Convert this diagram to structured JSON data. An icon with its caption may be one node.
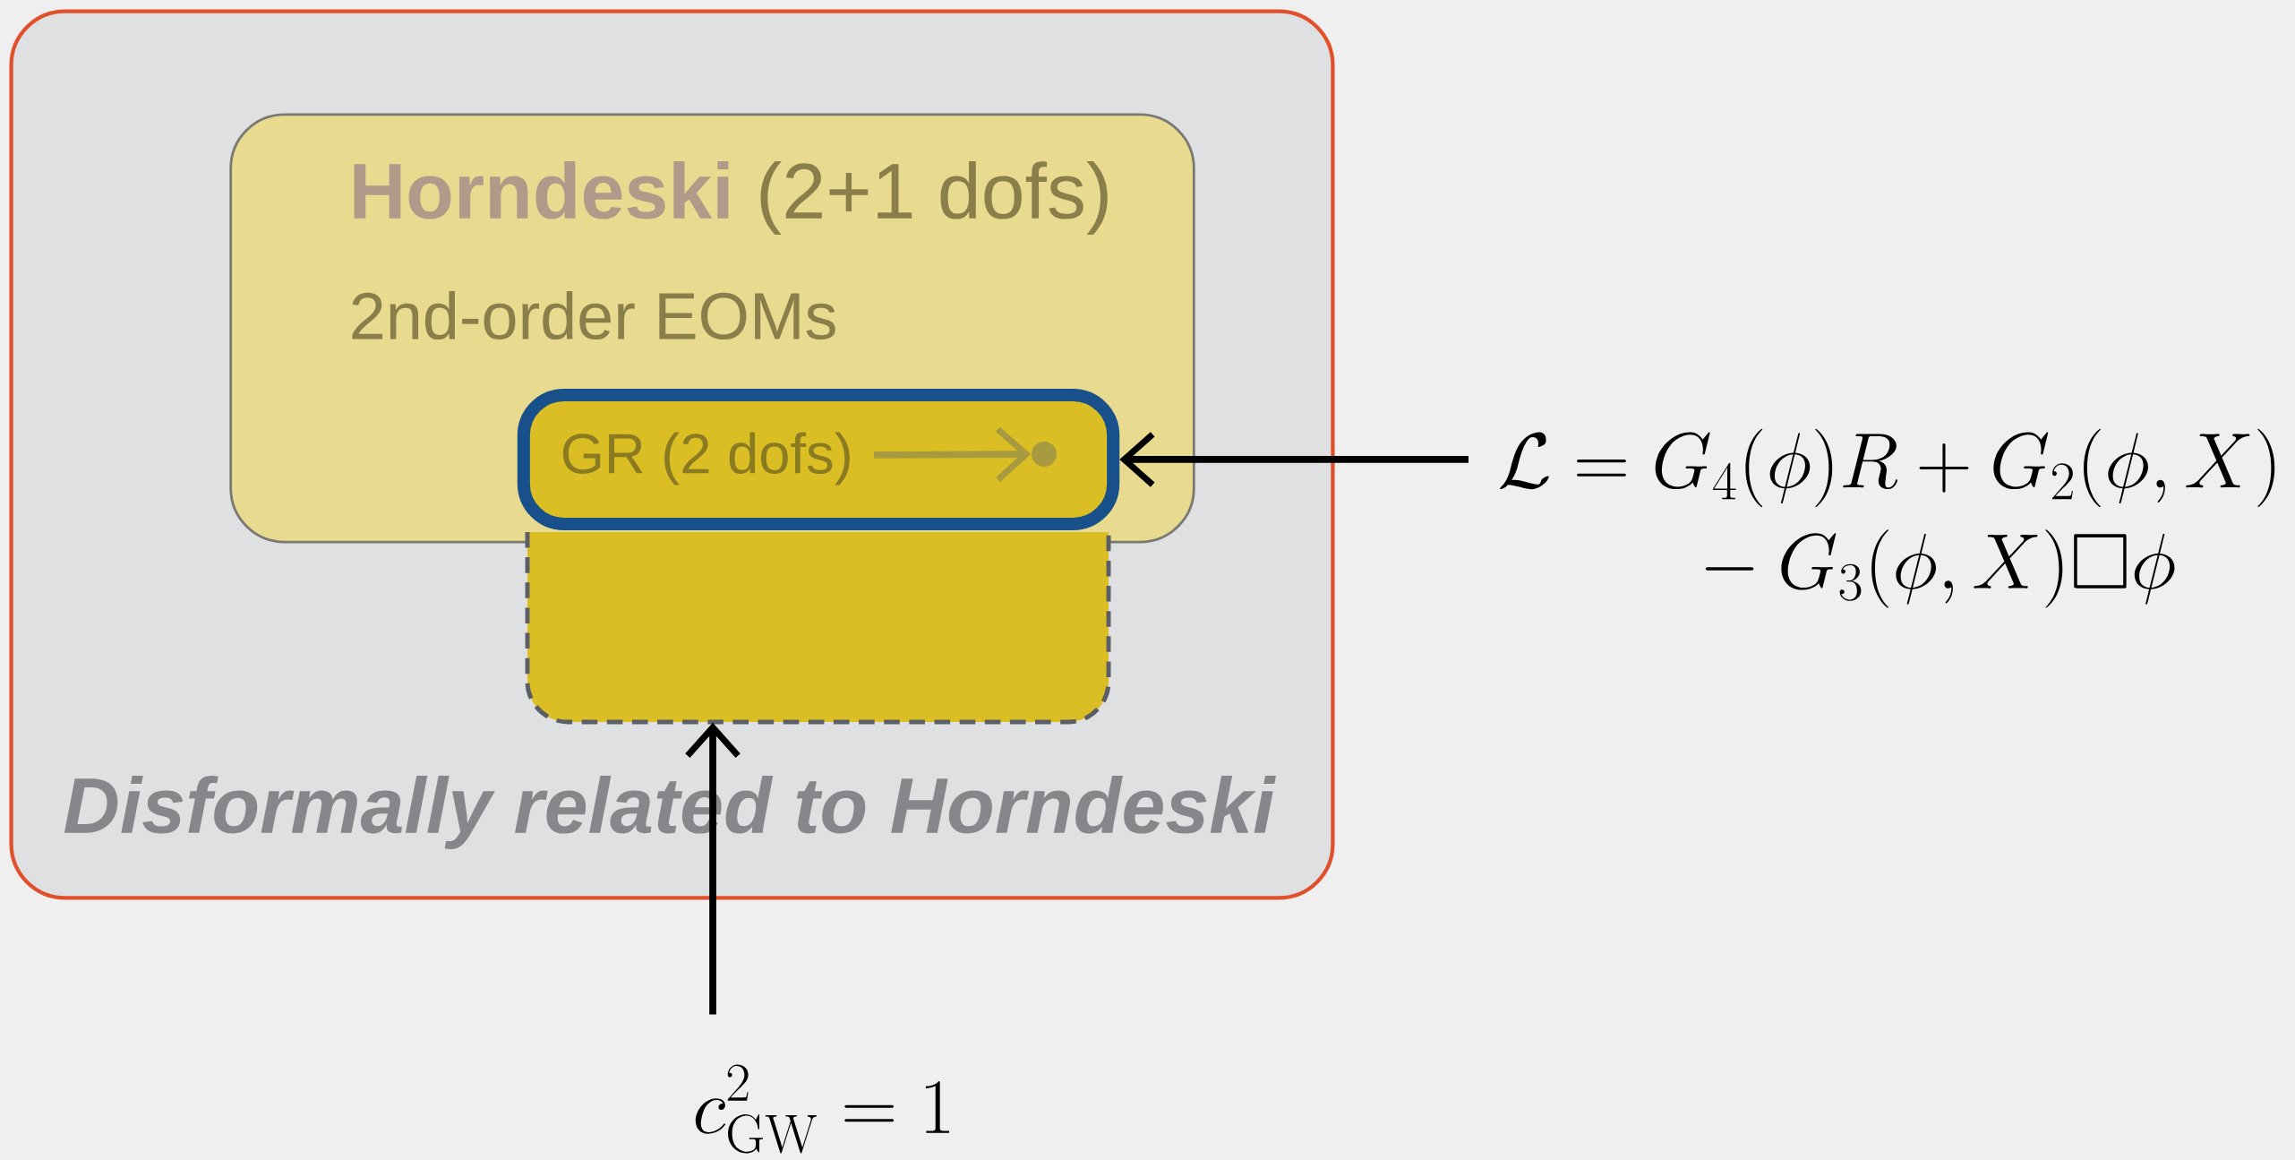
{
  "diagram": {
    "nodes": [
      {
        "text": [
          "Disformally related to Horndeski"
        ]
      },
      {
        "text": [
          "**Horndeski** (2+1 dofs)",
          "2nd-order EOMs"
        ],
        "in": 0
      },
      {
        "text": [],
        "shape": "box",
        "in": 0
      },
      {
        "text": [
          "GR (2 dofs)"
        ],
        "in": 1
      },
      {
        "text": [],
        "shape": "circle",
        "in": 3
      },
      {
        "text": [
          "\\begin{array}{c}\\mathcal{L} = G_4(\\phi)R + G_2(\\phi, X)\\\\ \\quad {}- G_3(\\phi, X)\\Box\\phi\\end{array}"
        ]
      },
      {
        "text": [
          "c^2_{\\mathrm{GW}} = 1"
        ]
      }
    ],
    "edges": [
      {
        "from": null,
        "to": 4,
        "arrow": "to",
        "color": "#a89a3e"
      },
      {
        "from": 5,
        "to": 3,
        "arrow": "to"
      },
      {
        "from": 6,
        "to": 2,
        "arrow": "to"
      }
    ]
  }
}
